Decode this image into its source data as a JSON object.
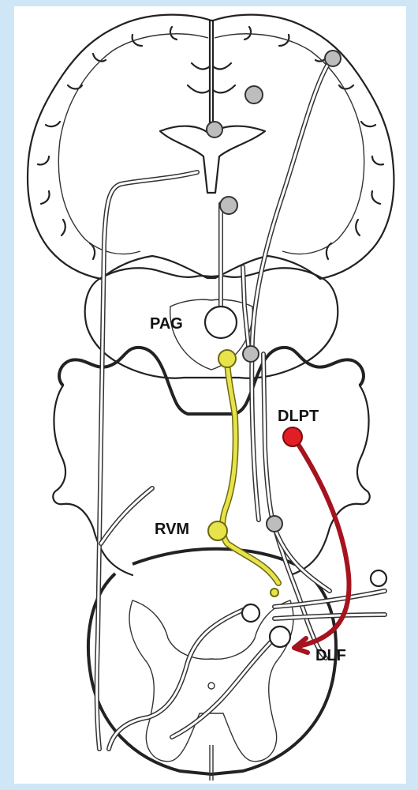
{
  "diagram": {
    "labels": {
      "pag": "PAG",
      "dlpt": "DLPT",
      "rvm": "RVM",
      "dlf": "DLF"
    },
    "colors": {
      "background": "#cfe6f7",
      "yellow_pathway": "#e8e34a",
      "red_pathway": "#a5141e",
      "red_cell": "#e01e24",
      "grey_cell": "#bdbdbd"
    }
  }
}
